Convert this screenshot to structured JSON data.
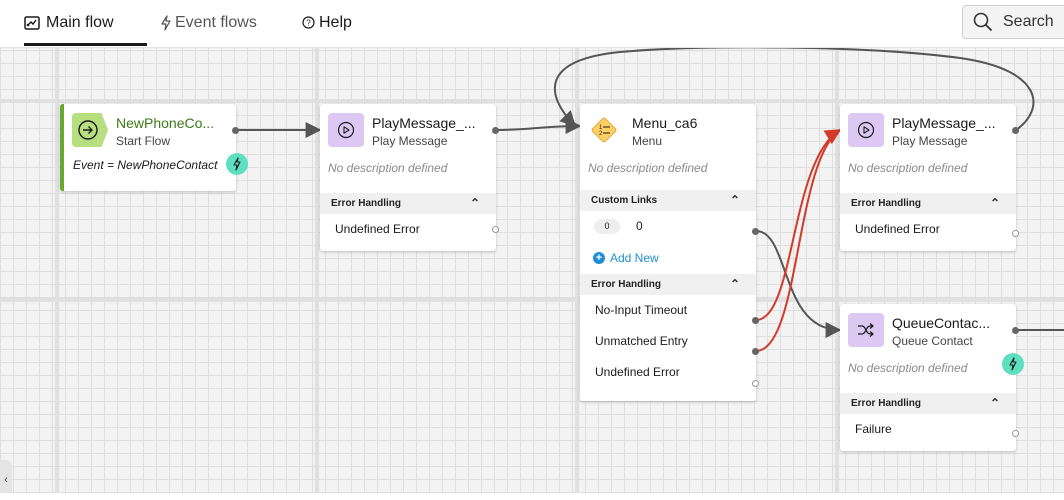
{
  "tabs": [
    {
      "label": "Main flow",
      "icon": "flow-chart-icon",
      "active": true
    },
    {
      "label": "Event flows",
      "icon": "lightning-icon",
      "active": false
    },
    {
      "label": "Help",
      "icon": "help-circle-icon",
      "active": false
    }
  ],
  "search": {
    "label": "Search"
  },
  "nodes": {
    "start": {
      "title": "NewPhoneCo...",
      "subtitle": "Start Flow",
      "event": "Event = NewPhoneContact"
    },
    "play1": {
      "title": "PlayMessage_...",
      "subtitle": "Play Message",
      "description": "No description defined",
      "error_header": "Error Handling",
      "error_rows": [
        "Undefined Error"
      ]
    },
    "menu": {
      "title": "Menu_ca6",
      "subtitle": "Menu",
      "description": "No description defined",
      "links_header": "Custom Links",
      "link_chip": "0",
      "link_label": "0",
      "add_new": "Add New",
      "error_header": "Error Handling",
      "error_rows": [
        "No-Input Timeout",
        "Unmatched Entry",
        "Undefined Error"
      ]
    },
    "play2": {
      "title": "PlayMessage_...",
      "subtitle": "Play Message",
      "description": "No description defined",
      "error_header": "Error Handling",
      "error_rows": [
        "Undefined Error"
      ]
    },
    "queue": {
      "title": "QueueContac...",
      "subtitle": "Queue Contact",
      "description": "No description defined",
      "error_header": "Error Handling",
      "error_rows": [
        "Failure"
      ]
    }
  },
  "colors": {
    "start_accent": "#6aa72f",
    "start_icon_bg": "#b7df7f",
    "menu_icon_bg": "#ffcf66",
    "action_icon_bg": "#dcc8f3",
    "error_wire": "#d23a2a",
    "wire": "#555555",
    "event_badge": "#5ee0c0",
    "link_blue": "#1e8fd6"
  }
}
